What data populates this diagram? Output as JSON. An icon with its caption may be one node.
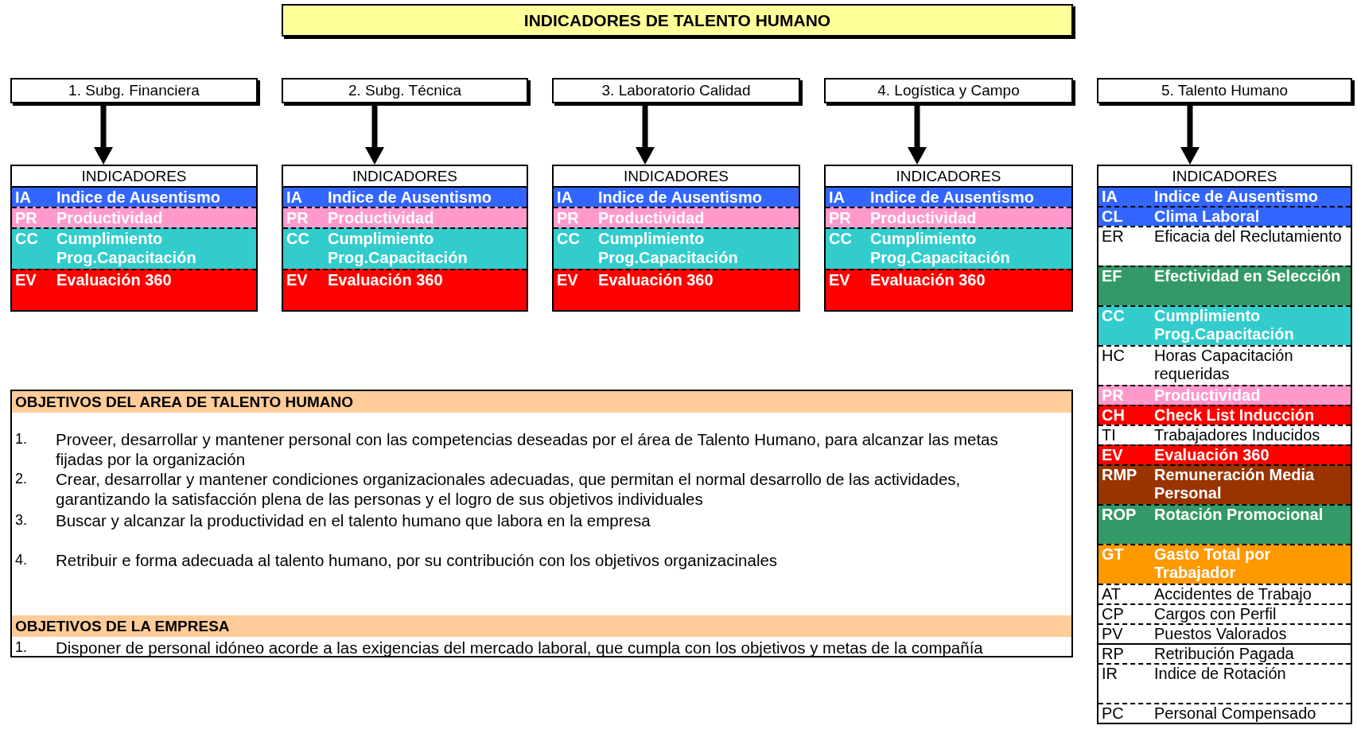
{
  "diagram": {
    "title": "INDICADORES DE TALENTO HUMANO",
    "nodes": [
      {
        "text": [
          "1. Subg. Financiera"
        ]
      },
      {
        "text": [
          "2. Subg. Técnica"
        ]
      },
      {
        "text": [
          "3. Laboratorio Calidad"
        ]
      },
      {
        "text": [
          "4. Logística y Campo"
        ]
      },
      {
        "text": [
          "5. Talento Humano"
        ]
      },
      {
        "text": [
          "INDICADORES"
        ]
      },
      {
        "text": [
          "IA",
          "Indice de Ausentismo"
        ],
        "in": 5
      },
      {
        "text": [
          "PR",
          "Productividad"
        ],
        "in": 5
      },
      {
        "text": [
          "CC",
          "Cumplimiento Prog.Capacitación"
        ],
        "in": 5
      },
      {
        "text": [
          "EV",
          "Evaluación 360"
        ],
        "in": 5
      },
      {
        "text": [
          "INDICADORES"
        ]
      },
      {
        "text": [
          "IA",
          "Indice de Ausentismo"
        ],
        "in": 10
      },
      {
        "text": [
          "PR",
          "Productividad"
        ],
        "in": 10
      },
      {
        "text": [
          "CC",
          "Cumplimiento Prog.Capacitación"
        ],
        "in": 10
      },
      {
        "text": [
          "EV",
          "Evaluación 360"
        ],
        "in": 10
      },
      {
        "text": [
          "INDICADORES"
        ]
      },
      {
        "text": [
          "IA",
          "Indice de Ausentismo"
        ],
        "in": 15
      },
      {
        "text": [
          "PR",
          "Productividad"
        ],
        "in": 15
      },
      {
        "text": [
          "CC",
          "Cumplimiento Prog.Capacitación"
        ],
        "in": 15
      },
      {
        "text": [
          "EV",
          "Evaluación 360"
        ],
        "in": 15
      },
      {
        "text": [
          "INDICADORES"
        ]
      },
      {
        "text": [
          "IA",
          "Indice de Ausentismo"
        ],
        "in": 20
      },
      {
        "text": [
          "PR",
          "Productividad"
        ],
        "in": 20
      },
      {
        "text": [
          "CC",
          "Cumplimiento Prog.Capacitación"
        ],
        "in": 20
      },
      {
        "text": [
          "EV",
          "Evaluación 360"
        ],
        "in": 20
      },
      {
        "text": [
          "INDICADORES"
        ]
      },
      {
        "text": [
          "IA",
          "Indice de Ausentismo"
        ],
        "in": 25
      },
      {
        "text": [
          "CL",
          "Clima Laboral"
        ],
        "in": 25
      },
      {
        "text": [
          "ER",
          "Eficacia del Reclutamiento"
        ],
        "in": 25
      },
      {
        "text": [
          "EF",
          "Efectividad en Selección"
        ],
        "in": 25
      },
      {
        "text": [
          "CC",
          "Cumplimiento Prog.Capacitación"
        ],
        "in": 25
      },
      {
        "text": [
          "HC",
          "Horas Capacitación requeridas"
        ],
        "in": 25
      },
      {
        "text": [
          "PR",
          "Productividad"
        ],
        "in": 25
      },
      {
        "text": [
          "CH",
          "Check List Inducción"
        ],
        "in": 25
      },
      {
        "text": [
          "TI",
          "Trabajadores Inducidos"
        ],
        "in": 25
      },
      {
        "text": [
          "EV",
          "Evaluación 360"
        ],
        "in": 25
      },
      {
        "text": [
          "RMP",
          "Remuneración Media Personal"
        ],
        "in": 25
      },
      {
        "text": [
          "ROP",
          "Rotación Promocional"
        ],
        "in": 25
      },
      {
        "text": [
          "GT",
          "Gasto Total por Trabajador"
        ],
        "in": 25
      },
      {
        "text": [
          "AT",
          "Accidentes de Trabajo"
        ],
        "in": 25
      },
      {
        "text": [
          "CP",
          "Cargos con Perfil"
        ],
        "in": 25
      },
      {
        "text": [
          "PV",
          "Puestos Valorados"
        ],
        "in": 25
      },
      {
        "text": [
          "RP",
          "Retribución Pagada"
        ],
        "in": 25
      },
      {
        "text": [
          "IR",
          "Indice de Rotación"
        ],
        "in": 25
      },
      {
        "text": [
          "PC",
          "Personal Compensado"
        ],
        "in": 25
      },
      {
        "text": [
          "OBJETIVOS DEL AREA DE TALENTO HUMANO",
          "1.",
          "Proveer, desarrollar y mantener personal con las competencias deseadas por el área de Talento Humano, para alcanzar las metas fijadas por la organización",
          "2.",
          "Crear, desarrollar y mantener condiciones organizacionales adecuadas, que permitan el normal desarrollo de las actividades, garantizando la satisfacción plena de las personas y el logro de sus objetivos individuales",
          "3.",
          "Buscar y alcanzar la productividad en el talento humano que labora en la empresa",
          "4.",
          "Retribuir e forma adecuada al talento humano, por su contribución con los objetivos organizacinales",
          "OBJETIVOS DE LA EMPRESA",
          "1.",
          "Disponer de personal idóneo acorde a las exigencias del mercado laboral, que cumpla con los objetivos y metas de la compañía"
        ]
      }
    ],
    "edges": [
      {
        "from": 0,
        "to": 5,
        "arrow": "to"
      },
      {
        "from": 1,
        "to": 10,
        "arrow": "to"
      },
      {
        "from": 2,
        "to": 15,
        "arrow": "to"
      },
      {
        "from": 3,
        "to": 20,
        "arrow": "to"
      },
      {
        "from": 4,
        "to": 25,
        "arrow": "to"
      }
    ]
  }
}
